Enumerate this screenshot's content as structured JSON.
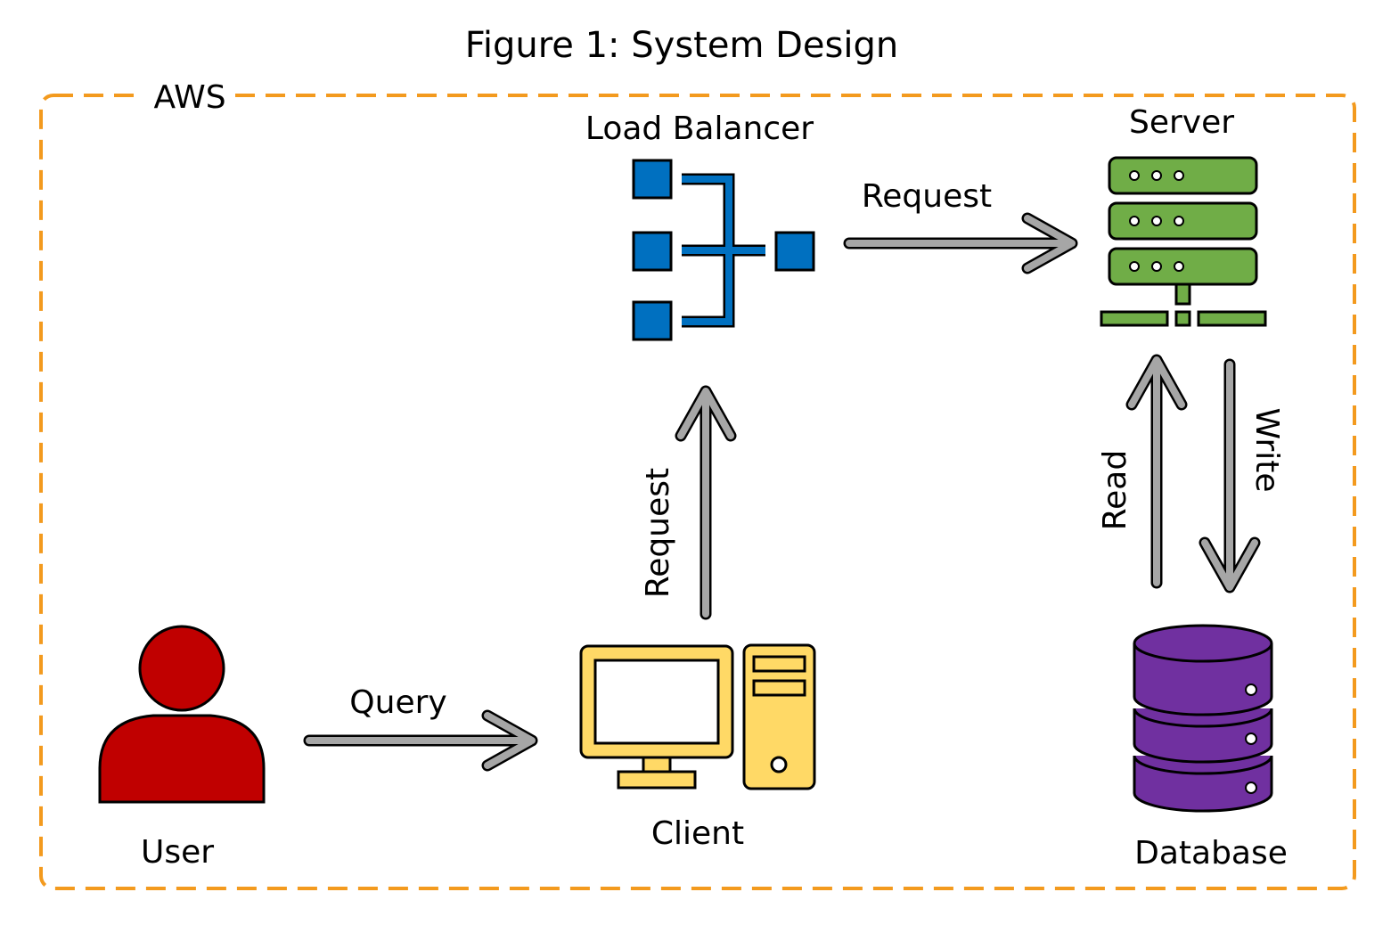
{
  "title": "Figure 1: System Design",
  "group": {
    "label": "AWS",
    "border_color": "#f39a1e"
  },
  "nodes": {
    "user": {
      "label": "User",
      "color": "#c00000",
      "icon": "user-icon"
    },
    "client": {
      "label": "Client",
      "color": "#ffd966",
      "icon": "computer-icon"
    },
    "load_balancer": {
      "label": "Load Balancer",
      "color": "#0070c0",
      "icon": "load-balancer-icon"
    },
    "server": {
      "label": "Server",
      "color": "#70ad47",
      "icon": "server-icon"
    },
    "database": {
      "label": "Database",
      "color": "#7030a0",
      "icon": "database-icon"
    }
  },
  "edges": {
    "query": {
      "from": "User",
      "to": "Client",
      "label": "Query"
    },
    "client_request": {
      "from": "Client",
      "to": "Load Balancer",
      "label": "Request"
    },
    "lb_request": {
      "from": "Load Balancer",
      "to": "Server",
      "label": "Request"
    },
    "read": {
      "from": "Database",
      "to": "Server",
      "label": "Read"
    },
    "write": {
      "from": "Server",
      "to": "Database",
      "label": "Write"
    }
  },
  "arrow_color": "#a6a6a6"
}
